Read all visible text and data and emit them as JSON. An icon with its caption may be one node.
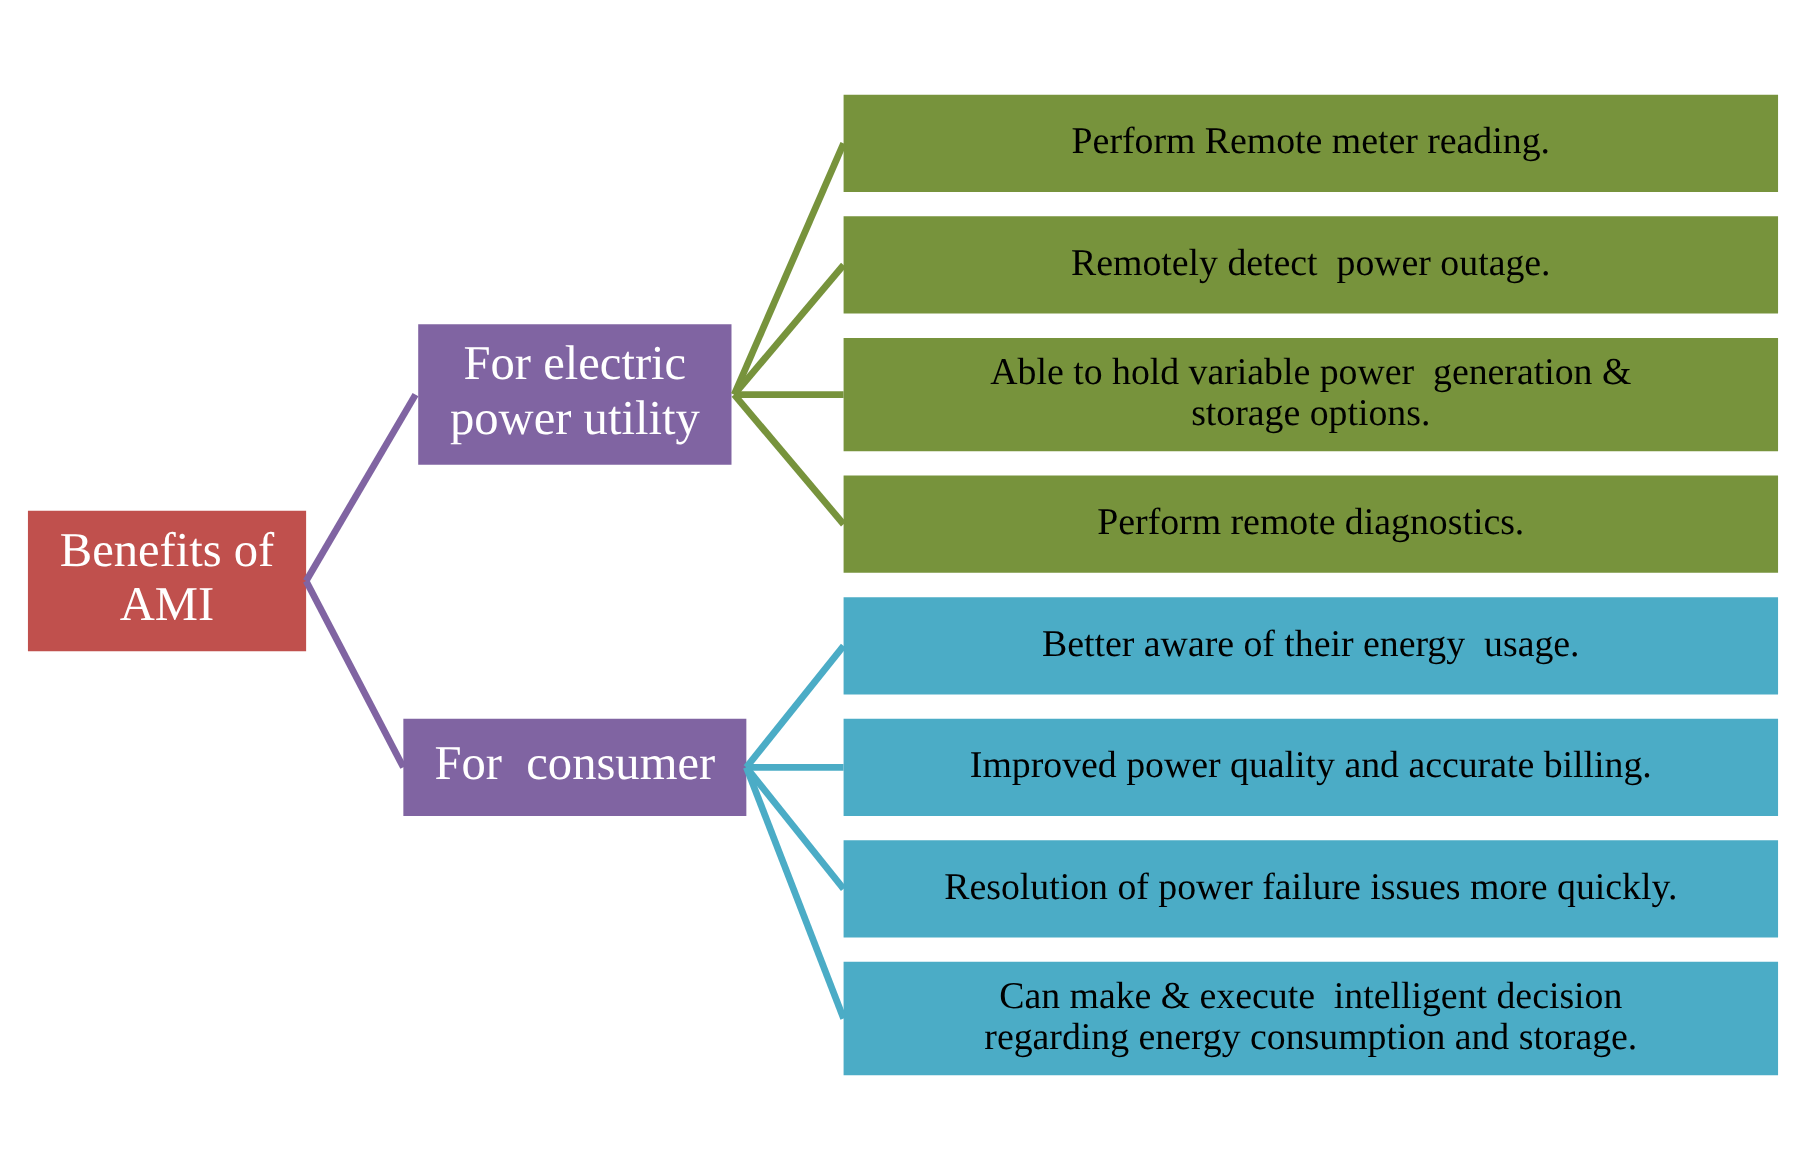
{
  "diagram": {
    "nodes": [
      {
        "text": [
          "Benefits of AMI"
        ]
      },
      {
        "text": [
          "For electric power utility"
        ]
      },
      {
        "text": [
          "For  consumer"
        ]
      },
      {
        "text": [
          "Perform Remote meter reading."
        ]
      },
      {
        "text": [
          "Remotely detect  power outage."
        ]
      },
      {
        "text": [
          "Able to hold variable power  generation & storage options."
        ]
      },
      {
        "text": [
          "Perform remote diagnostics."
        ]
      },
      {
        "text": [
          "Better aware of their energy  usage."
        ]
      },
      {
        "text": [
          "Improved power quality and accurate billing."
        ]
      },
      {
        "text": [
          "Resolution of power failure issues more quickly."
        ]
      },
      {
        "text": [
          "Can make & execute  intelligent decision regarding energy consumption and storage."
        ]
      }
    ],
    "edges": [
      {
        "from": 0,
        "to": 1,
        "arrow": "none",
        "color": "#8064a2"
      },
      {
        "from": 0,
        "to": 2,
        "arrow": "none",
        "color": "#8064a2"
      },
      {
        "from": 1,
        "to": 3,
        "arrow": "none",
        "color": "#77933c"
      },
      {
        "from": 1,
        "to": 4,
        "arrow": "none",
        "color": "#77933c"
      },
      {
        "from": 1,
        "to": 5,
        "arrow": "none",
        "color": "#77933c"
      },
      {
        "from": 1,
        "to": 6,
        "arrow": "none",
        "color": "#77933c"
      },
      {
        "from": 2,
        "to": 7,
        "arrow": "none",
        "color": "#4bacc6"
      },
      {
        "from": 2,
        "to": 8,
        "arrow": "none",
        "color": "#4bacc6"
      },
      {
        "from": 2,
        "to": 9,
        "arrow": "none",
        "color": "#4bacc6"
      },
      {
        "from": 2,
        "to": 10,
        "arrow": "none",
        "color": "#4bacc6"
      }
    ]
  }
}
